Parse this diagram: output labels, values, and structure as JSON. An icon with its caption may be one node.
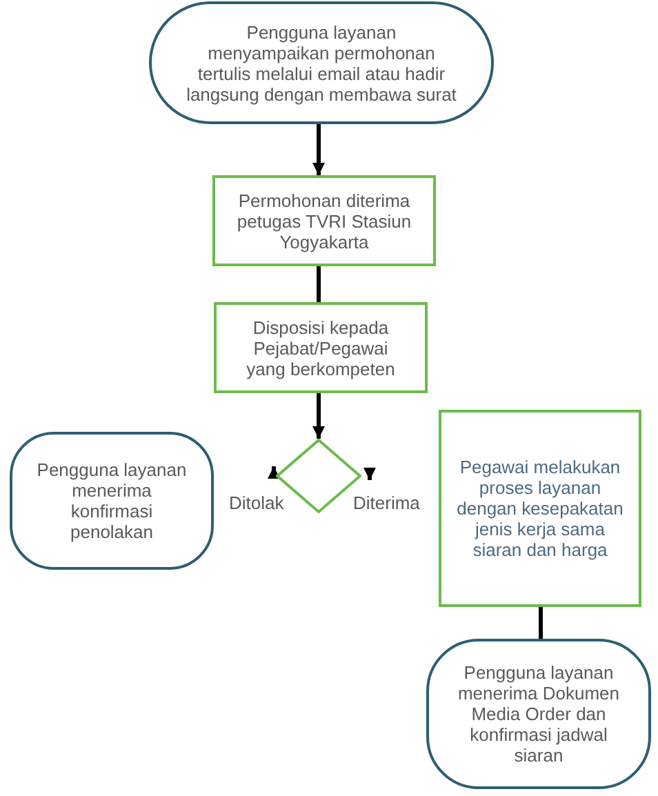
{
  "diagram": {
    "nodes": [
      {
        "text": [
          "Pengguna layanan menyampaikan permohonan tertulis melalui email atau hadir langsung dengan membawa surat"
        ]
      },
      {
        "text": [
          "Permohonan diterima petugas TVRI Stasiun Yogyakarta"
        ]
      },
      {
        "text": [
          "Disposisi kepada Pejabat/Pegawai yang berkompeten"
        ]
      },
      {
        "text": [],
        "shape": "diamond"
      },
      {
        "text": [
          "Pengguna layanan menerima konfirmasi penolakan"
        ]
      },
      {
        "text": [
          "Pegawai melakukan proses layanan dengan kesepakatan jenis kerja sama siaran dan harga"
        ]
      },
      {
        "text": [
          "Pengguna layanan menerima Dokumen Media Order dan konfirmasi jadwal siaran"
        ]
      }
    ],
    "edges": [
      {
        "from": 0,
        "to": 1,
        "arrow": "to"
      },
      {
        "from": 1,
        "to": 2,
        "arrow": "none"
      },
      {
        "from": 2,
        "to": 3,
        "arrow": "to"
      },
      {
        "from": null,
        "to": 3,
        "arrow": "to",
        "label": "Ditolak"
      },
      {
        "from": null,
        "to": 3,
        "arrow": "to",
        "label": "Diterima"
      },
      {
        "from": 5,
        "to": 6,
        "arrow": "none"
      }
    ]
  }
}
